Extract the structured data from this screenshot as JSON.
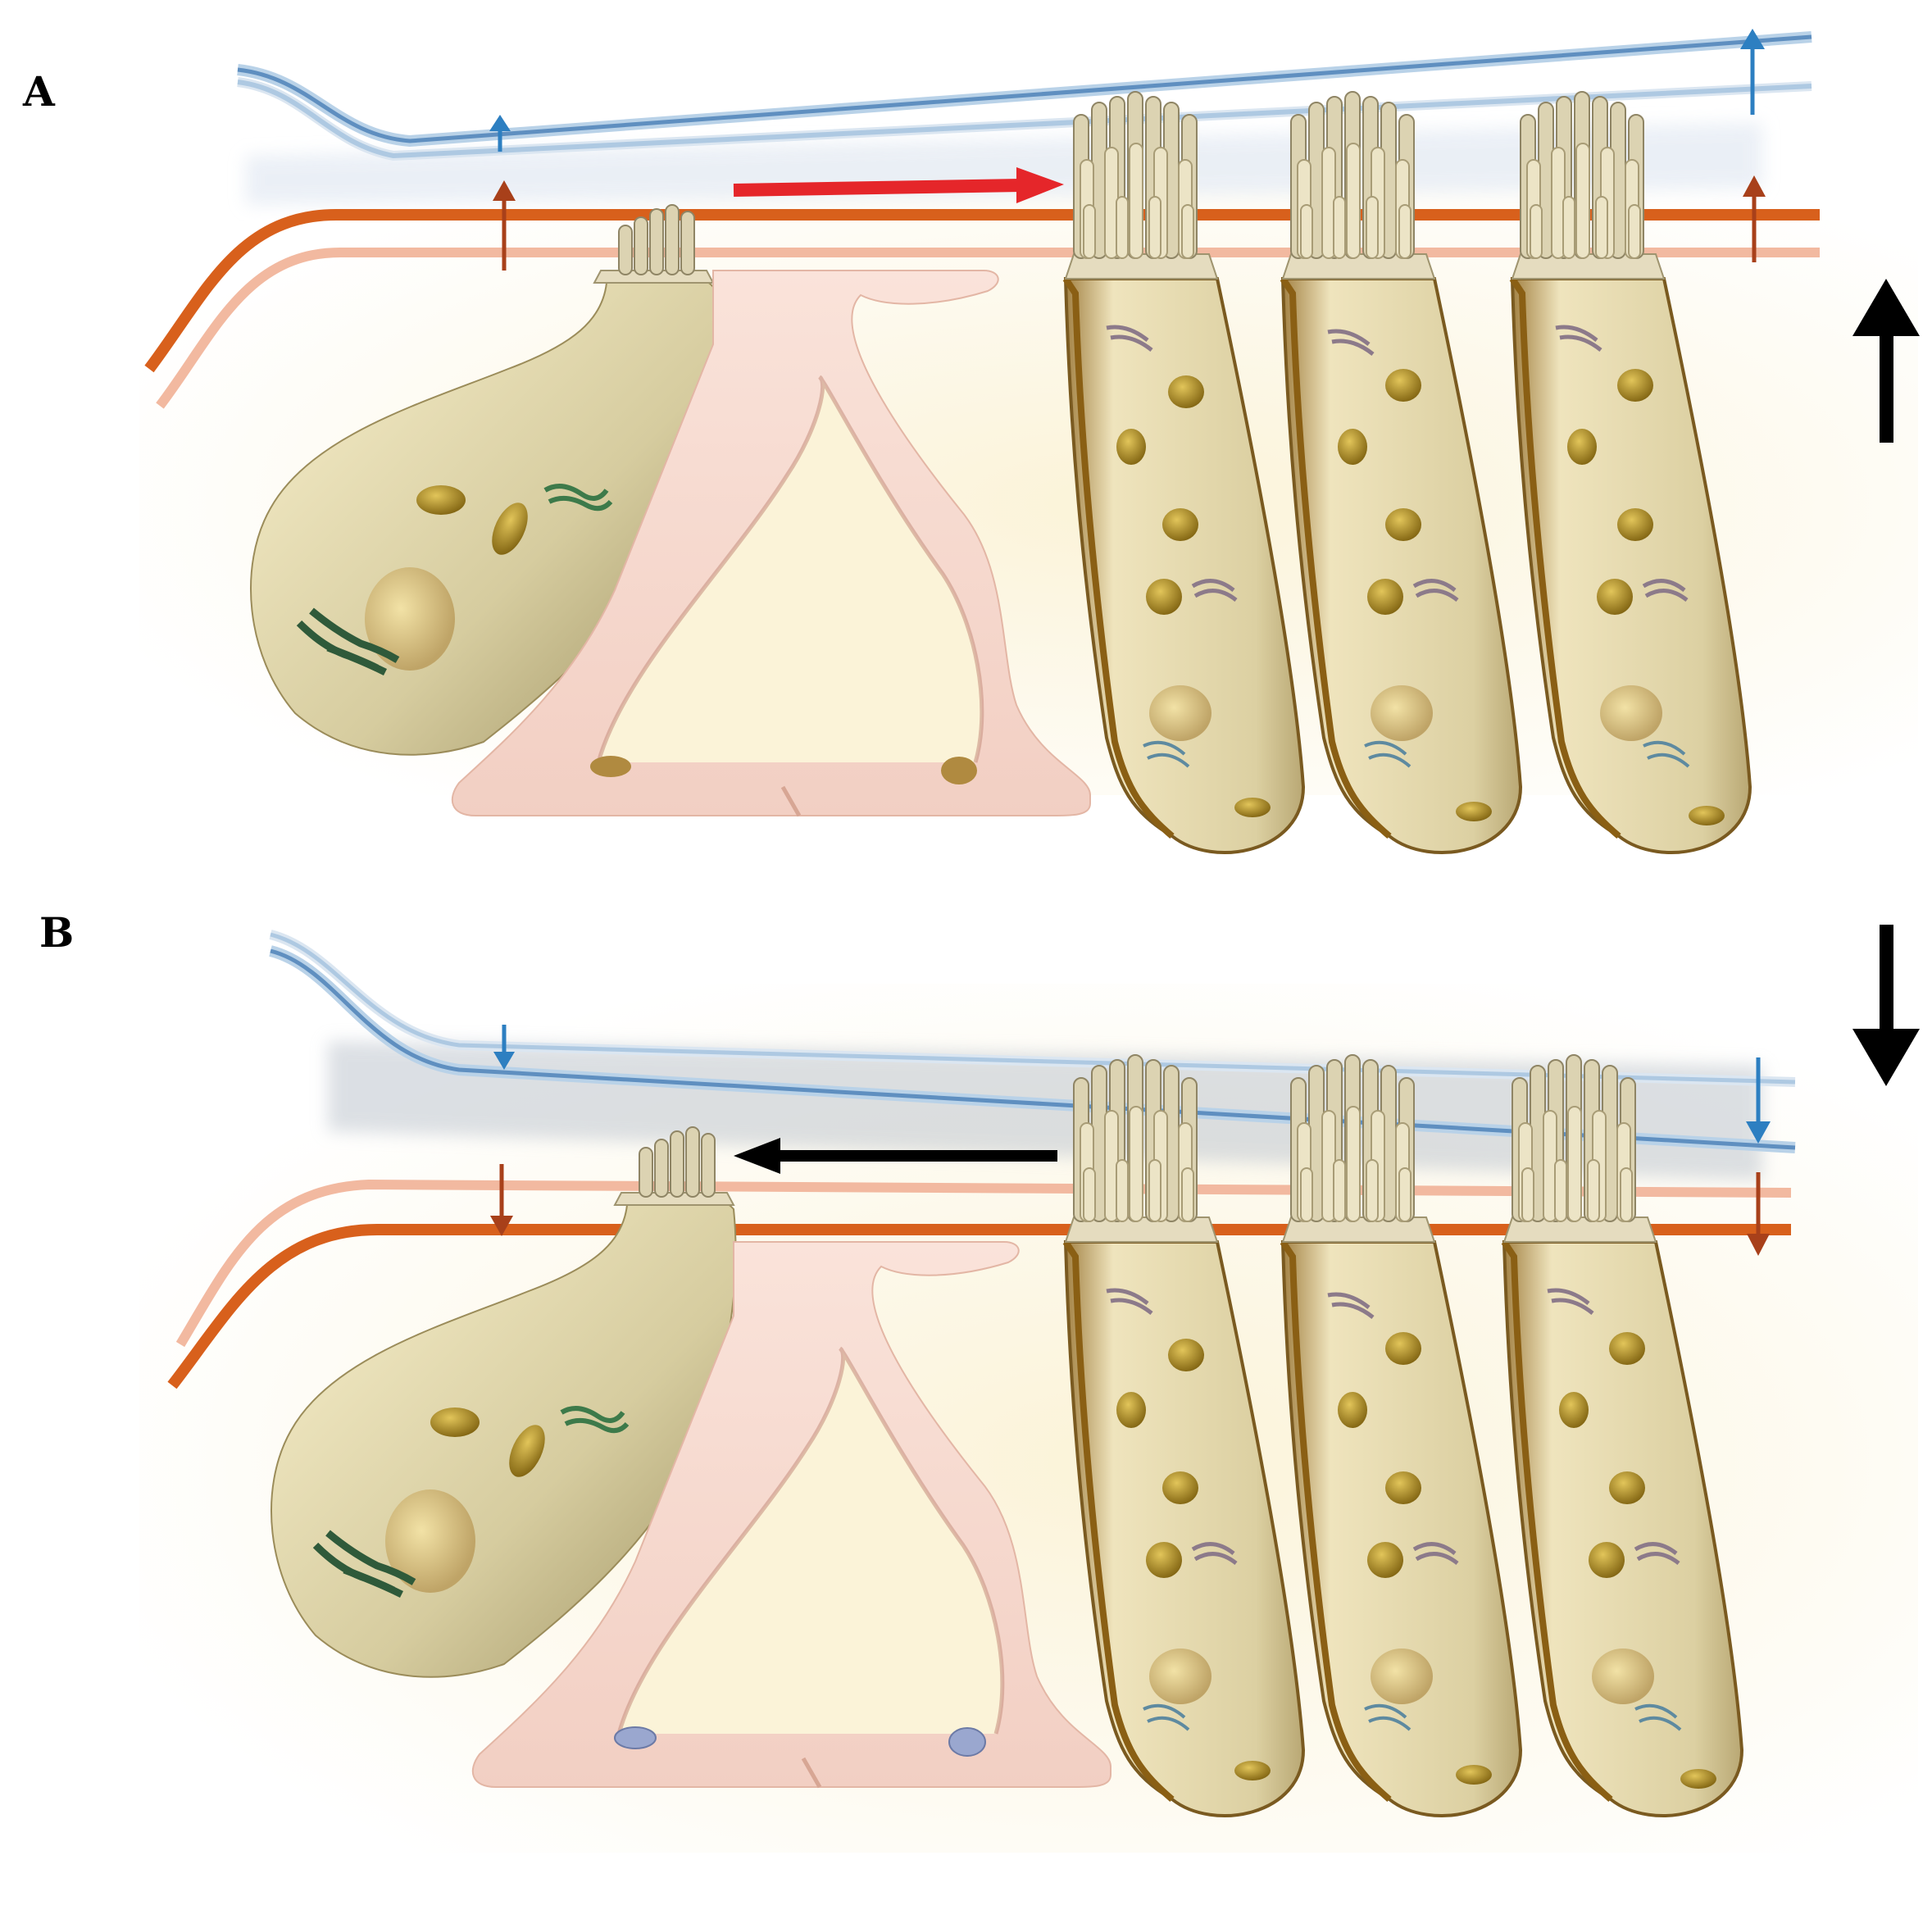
{
  "panels": [
    {
      "label": "A",
      "motion": "up",
      "hair_bundle_deflection": "excitatory"
    },
    {
      "label": "B",
      "motion": "down",
      "hair_bundle_deflection": "inhibitory"
    }
  ],
  "colors": {
    "tectorial_membrane": "#8fb6d8",
    "basilar_membrane": "#d8601c",
    "outer_hair_cell_body": "#d9cc9c",
    "inner_hair_cell_body": "#cfc49a",
    "pillar_cells": "#f6d6cc",
    "stereocilia": "#d8cfb0",
    "mitochondria": "#a8841c",
    "golgi": "#2f6b3e",
    "motion_arrow": "#000000",
    "shear_arrow_A": "#e5262a",
    "shear_arrow_B": "#000000",
    "tectorial_arrow": "#2d7fc1",
    "basilar_arrow": "#a8401a",
    "nucleus_A": "#b08a40",
    "nucleus_B": "#9aa7cf"
  },
  "icons": [
    "stereocilia-bundle",
    "mitochondrion",
    "golgi-apparatus",
    "nucleus"
  ]
}
